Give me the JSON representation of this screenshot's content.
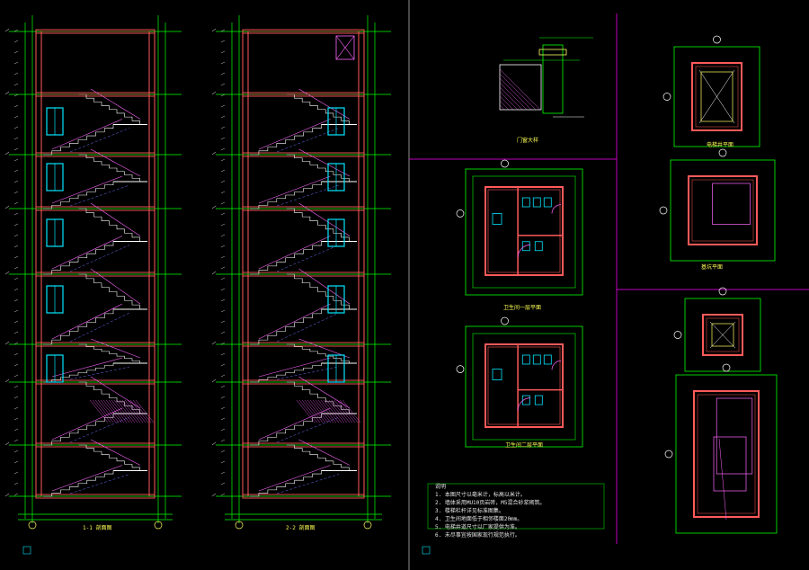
{
  "colors": {
    "background": "#000000",
    "wall": "#ff5a5a",
    "grid": "#00ff00",
    "window": "#00e5ff",
    "stair": "#ffffff",
    "hatch": "#ff66ff",
    "divider": "#c000c0",
    "text": "#ffffff",
    "axis": "#ffff66"
  },
  "drawing": {
    "stair_section_a_title": "1-1 剖面图",
    "stair_section_b_title": "2-2 剖面图",
    "detail_title": "门窗大样",
    "washroom_plan_1_title": "卫生间一层平面",
    "washroom_plan_2_title": "卫生间二层平面",
    "elevator_pit_title": "电梯井平面",
    "pit_plan_title": "基坑平面",
    "notes_heading": "说明",
    "notes": [
      "1. 本图尺寸以毫米计，标高以米计。",
      "2. 墙体采用MU10页岩砖，M5混合砂浆砌筑。",
      "3. 楼梯栏杆详见标准图集。",
      "4. 卫生间地面低于相邻楼面20mm。",
      "5. 电梯井道尺寸以厂家提供为准。",
      "6. 未尽事宜按国家现行规范执行。"
    ]
  }
}
